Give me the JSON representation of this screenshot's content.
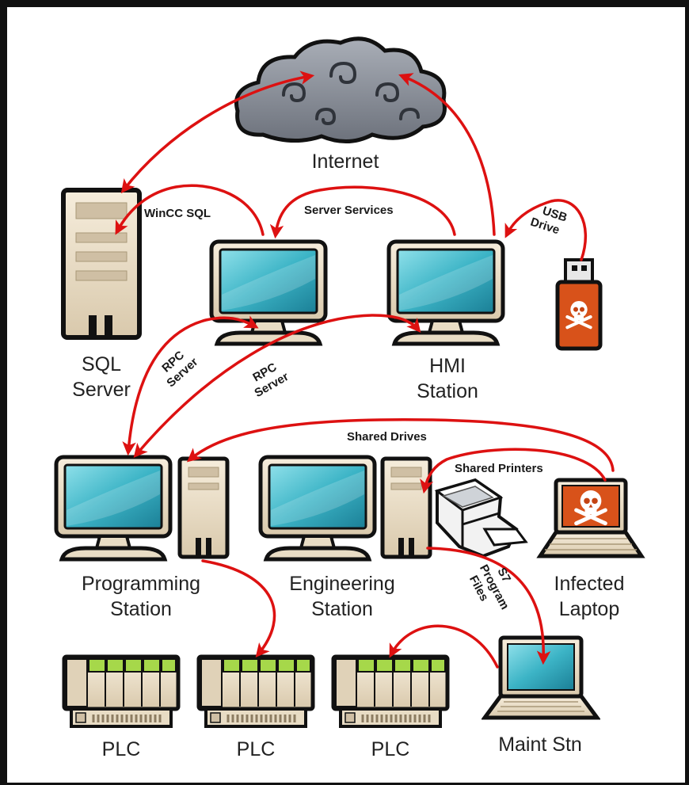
{
  "nodes": {
    "internet": "Internet",
    "sql_server": [
      "SQL",
      "Server"
    ],
    "hmi_station": [
      "HMI",
      "Station"
    ],
    "programming_station": [
      "Programming",
      "Station"
    ],
    "engineering_station": [
      "Engineering",
      "Station"
    ],
    "infected_laptop": [
      "Infected",
      "Laptop"
    ],
    "maint_stn": "Maint Stn",
    "plc_1": "PLC",
    "plc_2": "PLC",
    "plc_3": "PLC"
  },
  "edges": {
    "wincc_sql": "WinCC SQL",
    "server_services": "Server Services",
    "usb_drive": [
      "USB",
      "Drive"
    ],
    "rpc_server_1": [
      "RPC",
      "Server"
    ],
    "rpc_server_2": [
      "RPC",
      "Server"
    ],
    "shared_drives": "Shared Drives",
    "shared_printers": "Shared Printers",
    "s7_program_files": [
      "S7",
      "Program",
      "Files"
    ]
  },
  "colors": {
    "arrow": "#dd1111",
    "screen": "#3fb6c8",
    "case": "#f1e6d2",
    "outline": "#111111",
    "plc_green": "#a6d84a",
    "cloud": "#8a8f99",
    "malware": "#d8521a"
  }
}
